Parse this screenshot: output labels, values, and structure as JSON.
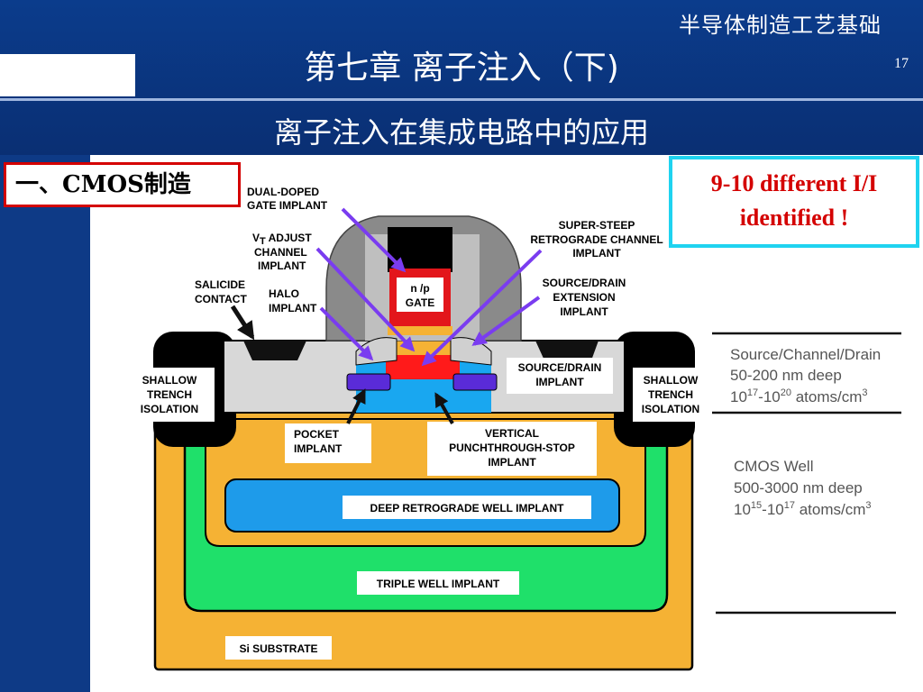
{
  "header": {
    "course": "半导体制造工艺基础",
    "chapter": "第七章 离子注入（下)",
    "page_number": "17",
    "subtitle": "离子注入在集成电路中的应用"
  },
  "section": {
    "label": "一、CMOS制造"
  },
  "callout": {
    "line1": "9-10 different I/I",
    "line2": "identified !"
  },
  "labels": {
    "dual_doped_1": "DUAL-DOPED",
    "dual_doped_2": "GATE IMPLANT",
    "vt_1a": "V",
    "vt_1b": "T",
    "vt_1c": " ADJUST",
    "vt_2": "CHANNEL",
    "vt_3": "IMPLANT",
    "salicide_1": "SALICIDE",
    "salicide_2": "CONTACT",
    "halo_1": "HALO",
    "halo_2": "IMPLANT",
    "gate_1": "n /p",
    "gate_2": "GATE",
    "super_1": "SUPER-STEEP",
    "super_2": "RETROGRADE CHANNEL",
    "super_3": "IMPLANT",
    "sd_ext_1": "SOURCE/DRAIN",
    "sd_ext_2": "EXTENSION",
    "sd_ext_3": "IMPLANT",
    "sd_1": "SOURCE/DRAIN",
    "sd_2": "IMPLANT",
    "sti_1": "SHALLOW",
    "sti_2": "TRENCH",
    "sti_3": "ISOLATION",
    "pocket_1": "POCKET",
    "pocket_2": "IMPLANT",
    "vpt_1": "VERTICAL",
    "vpt_2": "PUNCHTHROUGH-STOP",
    "vpt_3": "IMPLANT",
    "deep_well": "DEEP RETROGRADE WELL IMPLANT",
    "triple_well": "TRIPLE WELL IMPLANT",
    "substrate": "Si SUBSTRATE"
  },
  "notes": {
    "scd_1": "Source/Channel/Drain",
    "scd_2": "50-200 nm deep",
    "scd_3a": "10",
    "scd_3b": "17",
    "scd_3c": "-10",
    "scd_3d": "20",
    "scd_3e": " atoms/cm",
    "scd_3f": "3",
    "well_1": "CMOS Well",
    "well_2": "500-3000 nm deep",
    "well_3a": "10",
    "well_3b": "15",
    "well_3c": "-10",
    "well_3d": "17",
    "well_3e": " atoms/cm",
    "well_3f": "3"
  },
  "colors": {
    "header_blue": "#0b3c8c",
    "substrate_orange": "#f5b234",
    "triple_well_green": "#1fe06a",
    "deep_well_blue": "#1e9bea",
    "channel_red": "#ff1a1a",
    "callout_border": "#1fd3f0",
    "arrow_purple": "#7a3cf0"
  }
}
